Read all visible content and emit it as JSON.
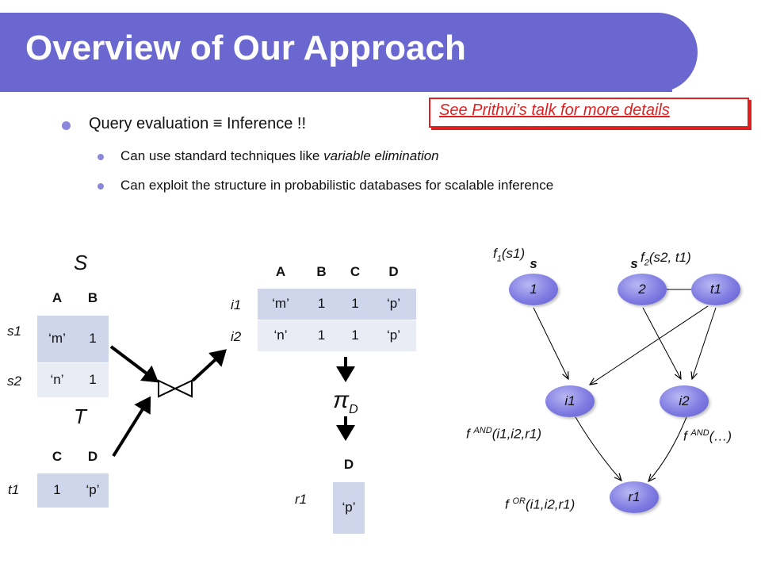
{
  "title": "Overview of Our Approach",
  "note": "See Prithvi’s talk for more details",
  "bullets": {
    "main": "Query evaluation ≡ Inference !!",
    "sub1_a": "Can use standard techniques like ",
    "sub1_b": "variable elimination",
    "sub2": "Can exploit the structure in probabilistic databases for scalable inference"
  },
  "relation_S": {
    "name": "S",
    "headers": [
      "A",
      "B"
    ],
    "row_labels": [
      "s1",
      "s2"
    ],
    "rows": [
      [
        "‘m’",
        "1"
      ],
      [
        "‘n’",
        "1"
      ]
    ]
  },
  "relation_T": {
    "name": "T",
    "headers": [
      "C",
      "D"
    ],
    "row_labels": [
      "t1"
    ],
    "rows": [
      [
        "1",
        "‘p’"
      ]
    ]
  },
  "relation_join": {
    "headers": [
      "A",
      "B",
      "C",
      "D"
    ],
    "row_labels": [
      "i1",
      "i2"
    ],
    "rows": [
      [
        "‘m’",
        "1",
        "1",
        "‘p’"
      ],
      [
        "‘n’",
        "1",
        "1",
        "‘p’"
      ]
    ]
  },
  "projection": {
    "symbol": "π",
    "subscript": "D"
  },
  "relation_result": {
    "headers": [
      "D"
    ],
    "row_labels": [
      "r1"
    ],
    "rows": [
      [
        "‘p’"
      ]
    ]
  },
  "graph": {
    "nodes": {
      "s1_top": "s",
      "s1_num": "1",
      "s2_top": "s",
      "s2_num": "2",
      "t1": "t1",
      "i1": "i1",
      "i2": "i2",
      "r1": "r1"
    },
    "factors": {
      "f1": "f",
      "f1_sub": "1",
      "f1_arg": "(s1)",
      "f2": "f",
      "f2_sub": "2",
      "f2_arg": "(s2, t1)",
      "fand1": "f ",
      "fand1_sup": "AND",
      "fand1_arg": "(i1,i2,r1)",
      "fand2": "f ",
      "fand2_sup": "AND",
      "fand2_arg": "(…)",
      "for": "f ",
      "for_sup": "OR",
      "for_arg": "(i1,i2,r1)"
    }
  },
  "colors": {
    "banner": "#6a67d1",
    "note": "#e02020",
    "node": "#7f7ce2",
    "row_dark": "#cfd5ea",
    "row_light": "#e9ebf5"
  }
}
